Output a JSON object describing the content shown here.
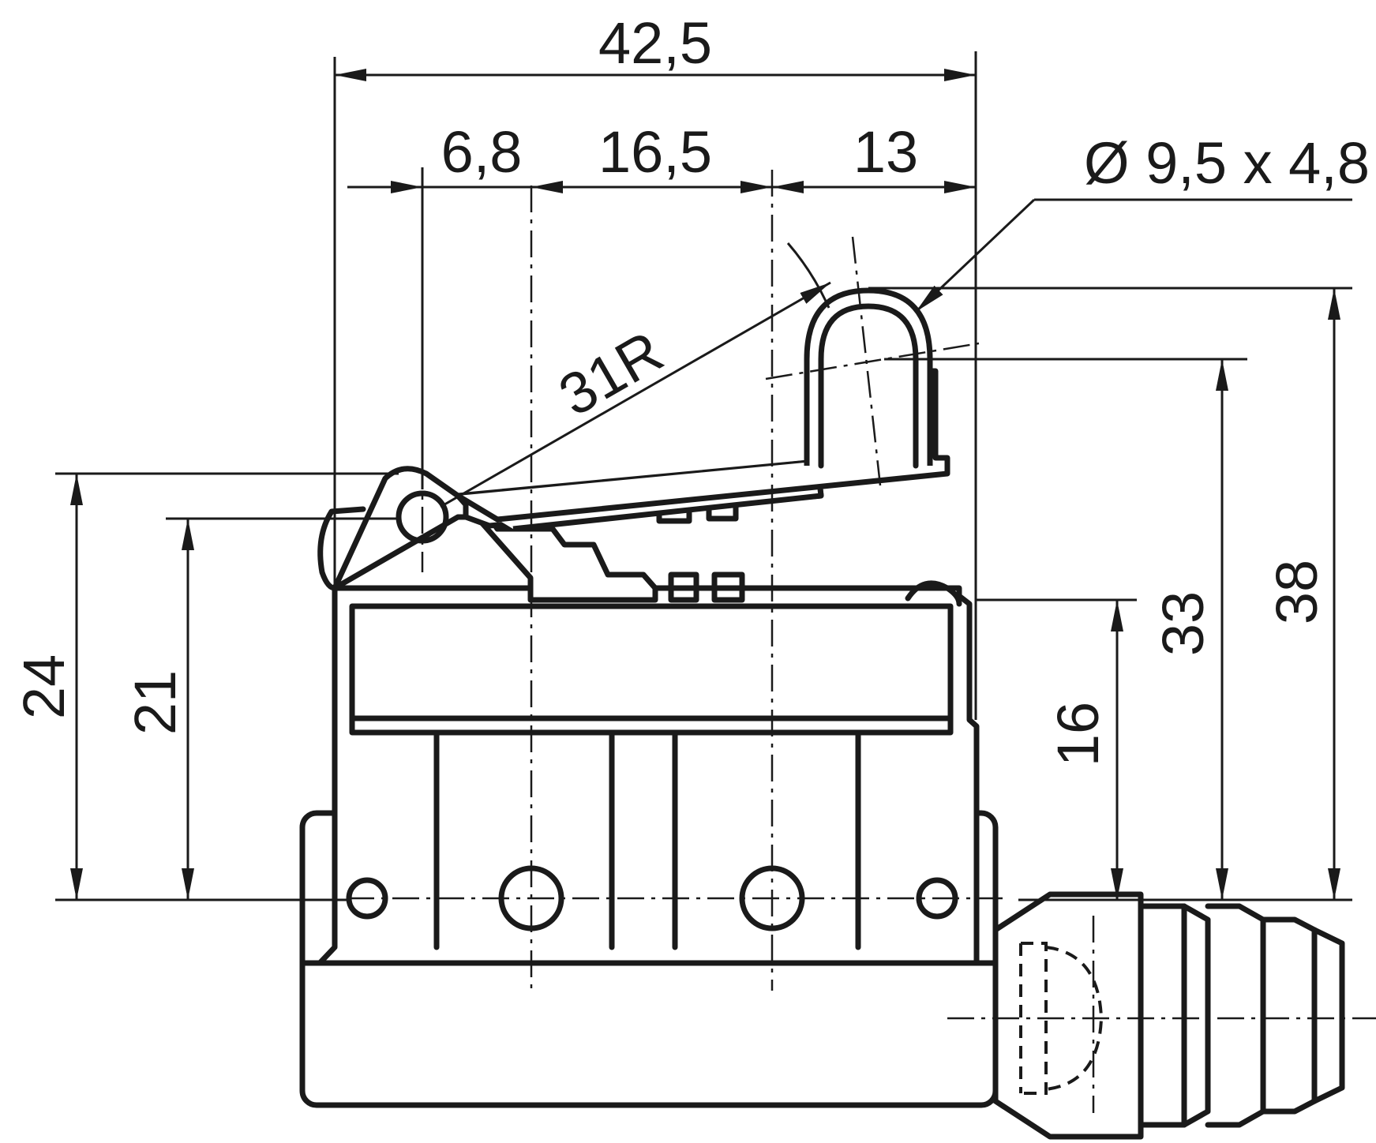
{
  "dimensions": {
    "overall_width": "42,5",
    "pivot_offset": "6,8",
    "pivot_to_roller": "16,5",
    "roller_offset": "13",
    "roller_size": "Ø 9,5 x 4,8",
    "lever_radius": "31R",
    "height_pivot_top": "24",
    "height_pivot_center": "21",
    "height_body": "16",
    "height_roller_center": "33",
    "height_roller_top": "38"
  }
}
